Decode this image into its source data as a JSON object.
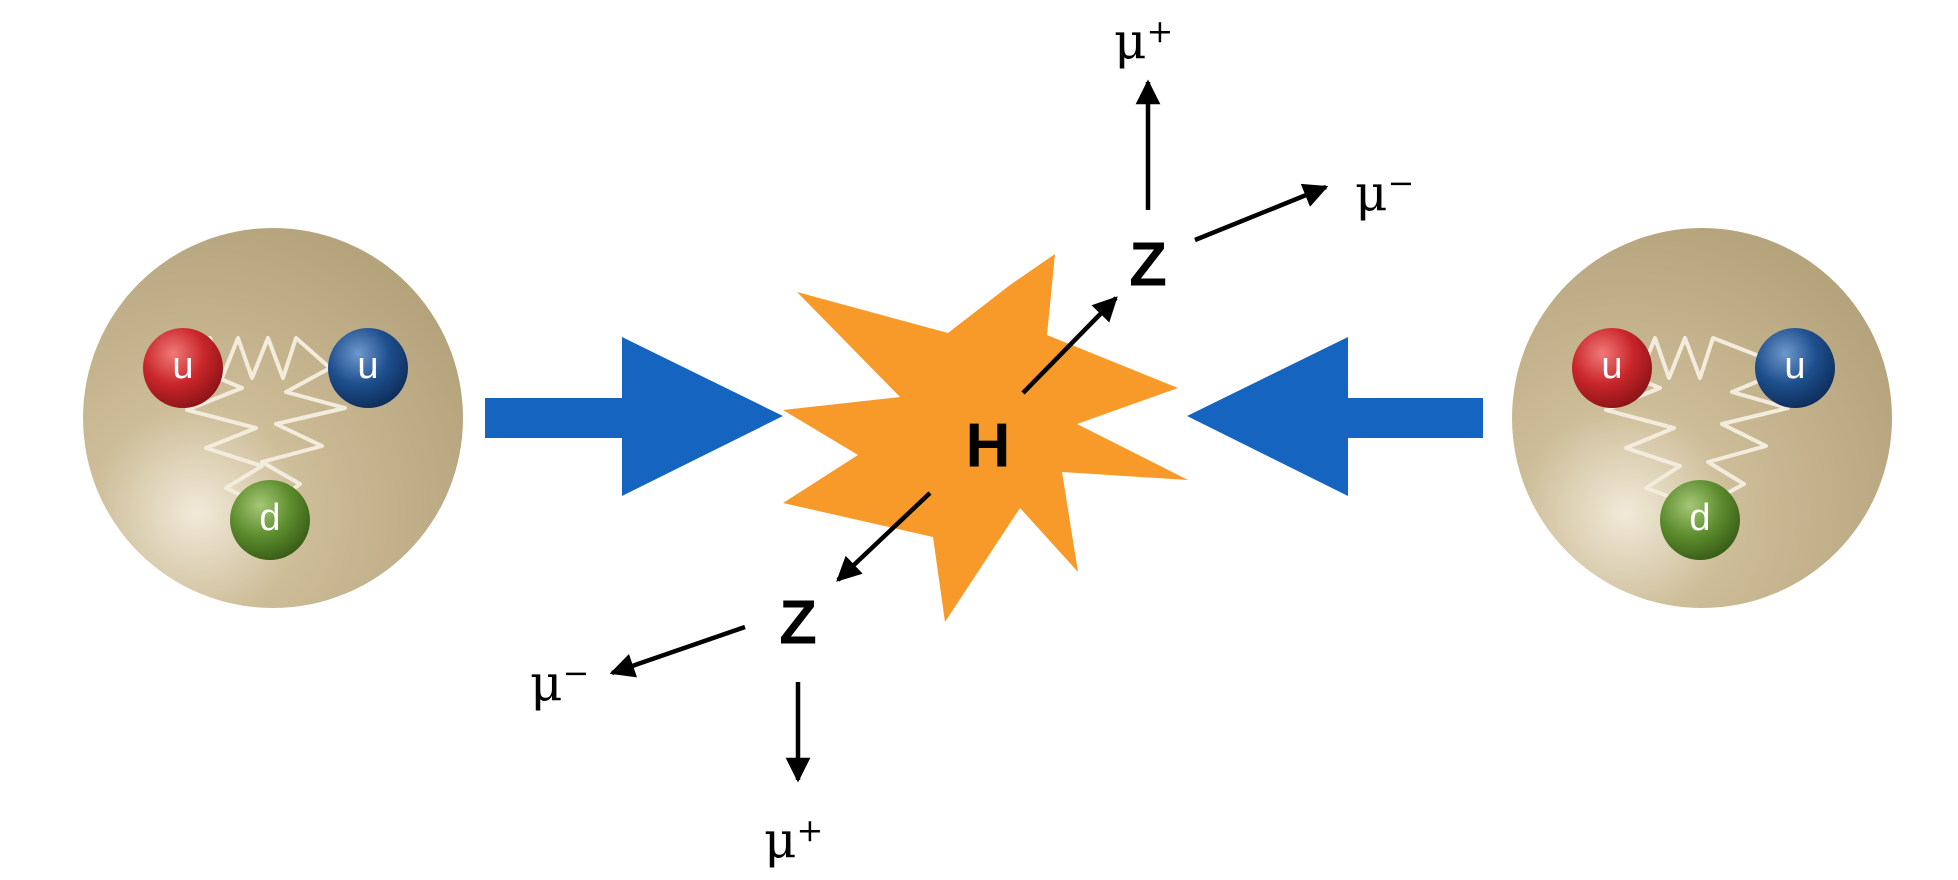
{
  "colors": {
    "proton": "#c2b18b",
    "quark_up_red": "#c9262a",
    "quark_up_blue": "#1d4f8d",
    "quark_down_green": "#5d8d2e",
    "beam_arrow": "#1565c0",
    "collision": "#f79a2a",
    "track": "#000000"
  },
  "protons": [
    {
      "quarks": [
        {
          "flavor": "u",
          "color": "red"
        },
        {
          "flavor": "u",
          "color": "blue"
        },
        {
          "flavor": "d",
          "color": "green"
        }
      ]
    },
    {
      "quarks": [
        {
          "flavor": "u",
          "color": "red"
        },
        {
          "flavor": "u",
          "color": "blue"
        },
        {
          "flavor": "d",
          "color": "green"
        }
      ]
    }
  ],
  "collision": {
    "label": "H",
    "icon": "starburst-icon"
  },
  "decay": {
    "upper": {
      "boson": "Z",
      "muon_vertical": {
        "symbol": "μ",
        "charge": "+"
      },
      "muon_diagonal": {
        "symbol": "μ",
        "charge": "−"
      }
    },
    "lower": {
      "boson": "Z",
      "muon_diagonal": {
        "symbol": "μ",
        "charge": "−"
      },
      "muon_vertical": {
        "symbol": "μ",
        "charge": "+"
      }
    }
  }
}
